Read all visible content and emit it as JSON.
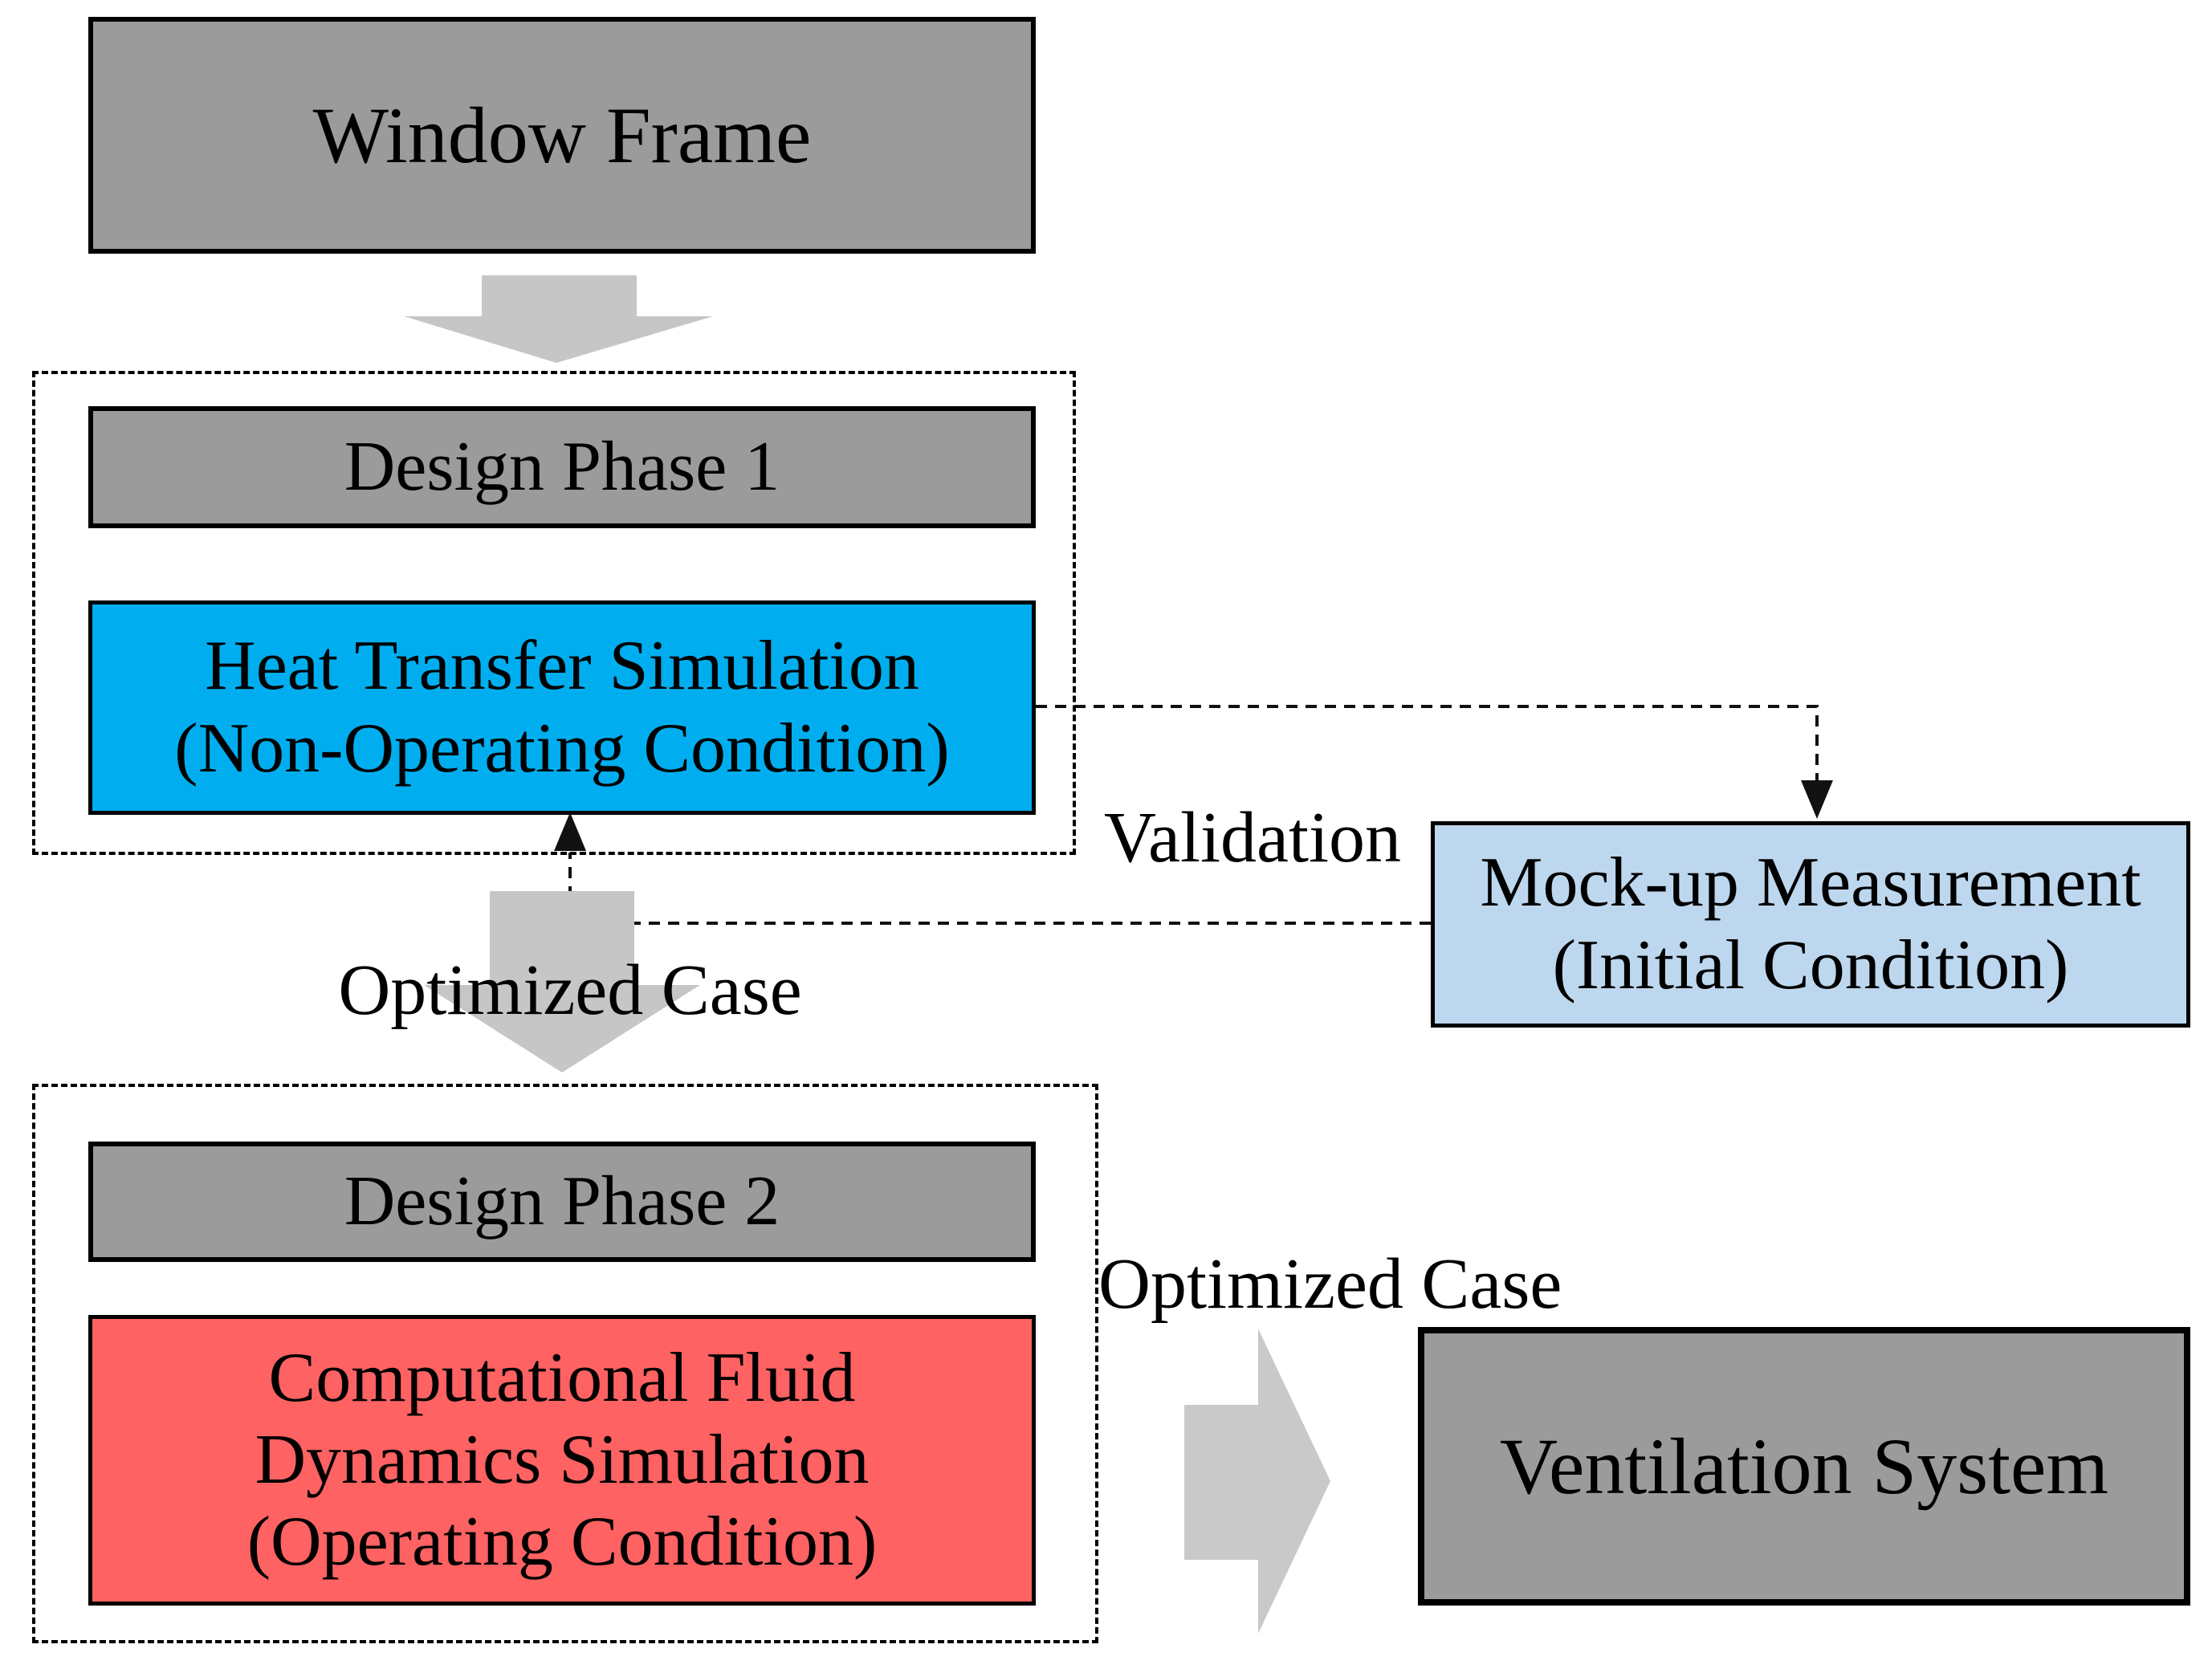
{
  "title": "Window frame design process flowchart",
  "colors": {
    "box_gray": "#9B9B9B",
    "simulation_blue": "#00AEEF",
    "simulation_red": "#FF6262",
    "measurement_light_blue": "#BDD7EE",
    "arrow_gray": "#C6C6C6",
    "line_black": "#000000",
    "background": "#FFFFFF"
  },
  "boxes": {
    "window_frame": {
      "label": "Window Frame"
    },
    "design_phase_1": {
      "label": "Design Phase 1"
    },
    "heat_transfer": {
      "lines": [
        "Heat Transfer Simulation",
        "(Non-Operating Condition)"
      ]
    },
    "mock_up": {
      "lines": [
        "Mock-up Measurement",
        "(Initial Condition)"
      ]
    },
    "design_phase_2": {
      "label": "Design Phase 2"
    },
    "cfd": {
      "lines": [
        "Computational Fluid",
        "Dynamics Simulation",
        "(Operating Condition)"
      ]
    },
    "ventilation": {
      "label": "Ventilation System"
    }
  },
  "labels": {
    "validation": "Validation",
    "optimized_case_1": "Optimized Case",
    "optimized_case_2": "Optimized Case"
  }
}
